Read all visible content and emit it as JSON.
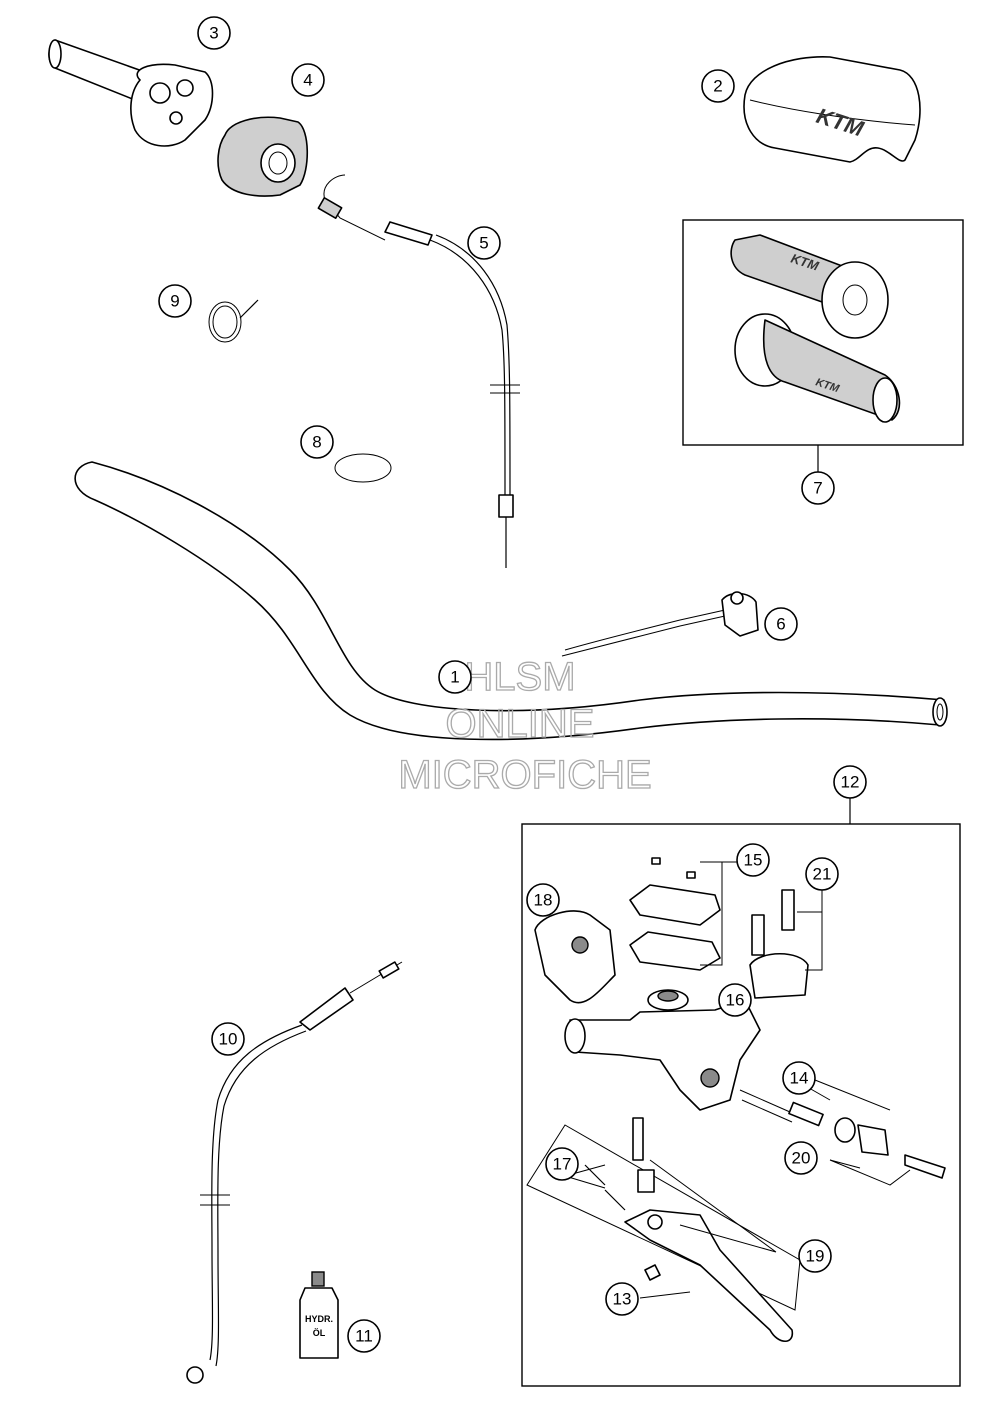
{
  "diagram": {
    "callouts": [
      "1",
      "2",
      "3",
      "4",
      "5",
      "6",
      "7",
      "8",
      "9",
      "10",
      "11",
      "12",
      "13",
      "14",
      "15",
      "16",
      "17",
      "18",
      "19",
      "20",
      "21"
    ],
    "watermark": [
      "HLSM",
      "ONLINE",
      "MICROFICHE"
    ],
    "brand_marks": [
      "KTM",
      "KTM",
      "KTM"
    ],
    "bottle_label": [
      "HYDR.",
      "ÖL"
    ]
  }
}
